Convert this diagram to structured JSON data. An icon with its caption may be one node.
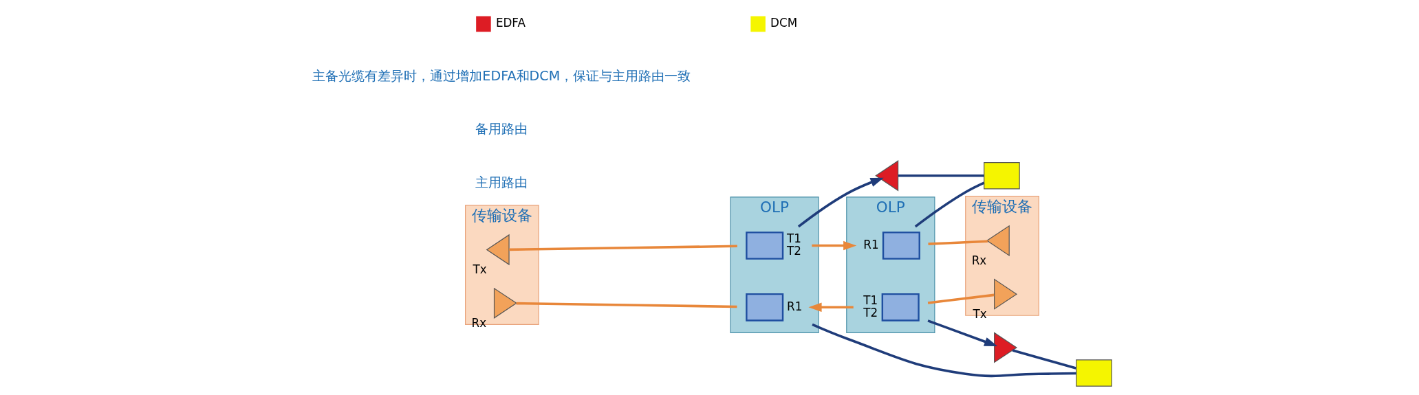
{
  "diagram": {
    "nodes": [
      {
        "text": [
          "传输设备"
        ]
      },
      {
        "text": [],
        "shape": "triangle",
        "in": 0,
        "beside": [
          "Tx"
        ]
      },
      {
        "text": [],
        "shape": "triangle",
        "in": 0,
        "beside": [
          "Rx"
        ]
      },
      {
        "text": [
          "OLP"
        ]
      },
      {
        "text": [],
        "shape": "box",
        "in": 3,
        "beside": [
          "T1",
          "T2"
        ]
      },
      {
        "text": [],
        "shape": "box",
        "in": 3,
        "beside": [
          "R1"
        ]
      },
      {
        "text": [],
        "shape": "box"
      },
      {
        "text": [],
        "shape": "triangle"
      },
      {
        "text": [],
        "shape": "triangle"
      },
      {
        "text": [],
        "shape": "box"
      },
      {
        "text": [
          "OLP"
        ]
      },
      {
        "text": [],
        "shape": "box",
        "in": 10,
        "beside": [
          "R1"
        ]
      },
      {
        "text": [],
        "shape": "box",
        "in": 10,
        "beside": [
          "T1",
          "T2"
        ]
      },
      {
        "text": [
          "传输设备"
        ]
      },
      {
        "text": [],
        "shape": "triangle",
        "in": 13,
        "beside": [
          "Rx"
        ]
      },
      {
        "text": [],
        "shape": "triangle",
        "in": 13,
        "beside": [
          "Tx"
        ]
      }
    ],
    "edges": [
      {
        "from": 1,
        "to": 4,
        "arrow": "none",
        "color": "#e8873a"
      },
      {
        "from": 4,
        "to": 11,
        "arrow": "to",
        "color": "#e8873a"
      },
      {
        "from": 11,
        "to": 14,
        "arrow": "none",
        "color": "#e8873a"
      },
      {
        "from": 15,
        "to": 12,
        "arrow": "none",
        "color": "#e8873a"
      },
      {
        "from": 12,
        "to": 5,
        "arrow": "to",
        "color": "#e8873a"
      },
      {
        "from": 5,
        "to": 2,
        "arrow": "none",
        "color": "#e8873a"
      },
      {
        "from": 4,
        "to": 8,
        "arrow": "to",
        "color": "#1f3c7a"
      },
      {
        "from": 8,
        "to": 9,
        "arrow": "none",
        "color": "#1f3c7a"
      },
      {
        "from": 9,
        "to": 11,
        "arrow": "none",
        "color": "#1f3c7a"
      },
      {
        "from": 12,
        "to": 7,
        "arrow": "to",
        "color": "#1f3c7a"
      },
      {
        "from": 7,
        "to": 6,
        "arrow": "none",
        "color": "#1f3c7a"
      },
      {
        "from": 6,
        "to": 5,
        "arrow": "none",
        "color": "#1f3c7a"
      }
    ],
    "labels": [
      "主用路由",
      "备用路由",
      "主备光缆有差异时，通过增加EDFA和DCM，保证与主用路由一致"
    ],
    "legend": [
      {
        "text": "EDFA",
        "color": "#dd1c24"
      },
      {
        "text": "DCM",
        "color": "#f5f500"
      }
    ]
  }
}
